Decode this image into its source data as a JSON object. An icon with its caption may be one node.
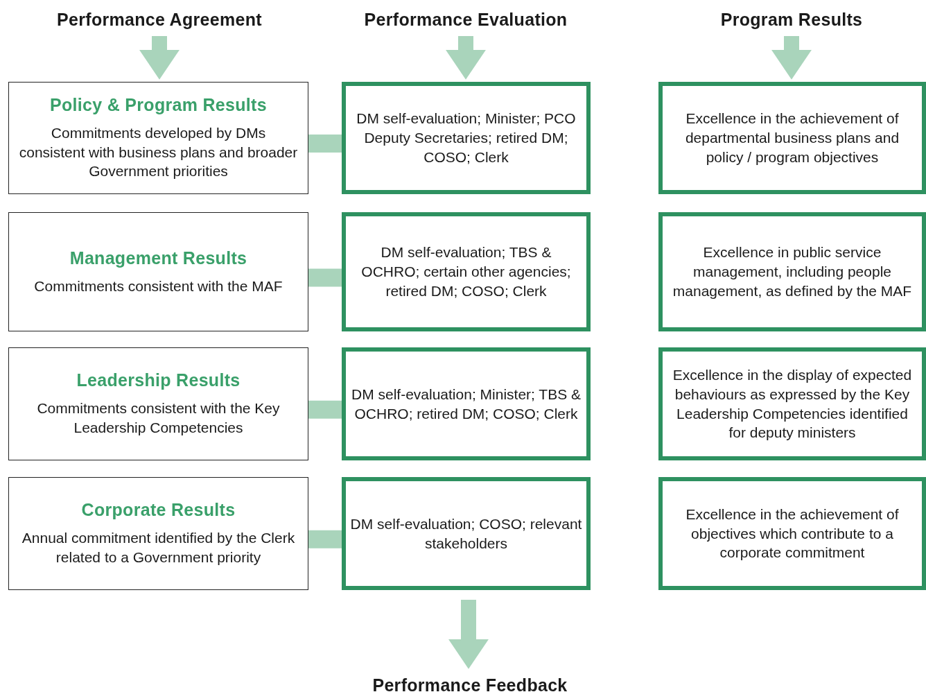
{
  "diagram": {
    "nodes": [
      {
        "text": [
          "Performance Agreement"
        ]
      },
      {
        "text": [
          "Performance Evaluation"
        ]
      },
      {
        "text": [
          "Program Results"
        ]
      },
      {
        "text": [
          "Policy & Program Results",
          "Commitments developed by DMs consistent with business plans and broader Government priorities"
        ]
      },
      {
        "text": [
          "DM self-evaluation; Minister; PCO Deputy Secretaries; retired DM; COSO; Clerk"
        ]
      },
      {
        "text": [
          "Excellence in the achievement of departmental business plans and policy / program objectives"
        ]
      },
      {
        "text": [
          "Management Results",
          "Commitments consistent with the MAF"
        ]
      },
      {
        "text": [
          "DM self-evaluation; TBS & OCHRO; certain other agencies; retired DM; COSO; Clerk"
        ]
      },
      {
        "text": [
          "Excellence in public service management, including people management, as defined by the MAF"
        ]
      },
      {
        "text": [
          "Leadership Results",
          "Commitments consistent with the Key Leadership Competencies"
        ]
      },
      {
        "text": [
          "DM self-evaluation; Minister; TBS & OCHRO; retired DM; COSO; Clerk"
        ]
      },
      {
        "text": [
          "Excellence in the display of expected behaviours as expressed by the Key Leadership Competencies identified for deputy ministers"
        ]
      },
      {
        "text": [
          "Corporate Results",
          "Annual commitment identified by the Clerk related to a Government priority"
        ]
      },
      {
        "text": [
          "DM self-evaluation; COSO; relevant stakeholders"
        ]
      },
      {
        "text": [
          "Excellence in the achievement of objectives which contribute to a corporate commitment"
        ]
      },
      {
        "text": [
          "Performance Feedback"
        ]
      }
    ],
    "edges": [
      {
        "from": 0,
        "to": 3,
        "arrow": "to"
      },
      {
        "from": 1,
        "to": 4,
        "arrow": "to"
      },
      {
        "from": 2,
        "to": 5,
        "arrow": "to"
      },
      {
        "from": 3,
        "to": 4,
        "arrow": "none"
      },
      {
        "from": 6,
        "to": 7,
        "arrow": "none"
      },
      {
        "from": 9,
        "to": 10,
        "arrow": "none"
      },
      {
        "from": 12,
        "to": 13,
        "arrow": "none"
      },
      {
        "from": 13,
        "to": 15,
        "arrow": "to"
      }
    ]
  }
}
